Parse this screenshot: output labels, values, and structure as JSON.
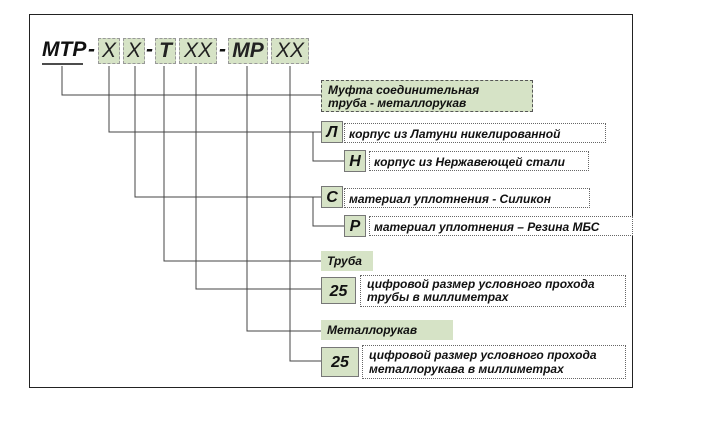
{
  "code": {
    "prefix": "МТР",
    "dash": "-",
    "x1": "Х",
    "x2": "Х",
    "t": "Т",
    "t_size": "ХХ",
    "mr": "МР",
    "mr_size": "ХХ"
  },
  "legend": {
    "muft_line1": "Муфта соединительная",
    "muft_line2": "труба - металлорукав",
    "l_letter": "Л",
    "l_text": "корпус из Латуни никелированной",
    "n_letter": "Н",
    "n_text": "корпус из Нержавеющей стали",
    "c_letter": "С",
    "c_text": "материал уплотнения - Силикон",
    "r_letter": "Р",
    "r_text": "материал уплотнения – Резина МБС",
    "truba": "Труба",
    "t_num": "25",
    "t_line1": "цифровой размер условного прохода",
    "t_line2": "трубы в миллиметрах",
    "metal": "Металлорукав",
    "m_num": "25",
    "m_line1": "цифровой размер условного прохода",
    "m_line2": "металлорукава в миллиметрах"
  },
  "colors": {
    "box_fill": "#d6e3c6",
    "line": "#444444"
  }
}
